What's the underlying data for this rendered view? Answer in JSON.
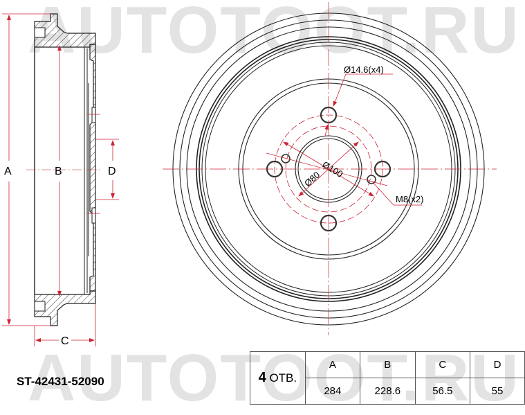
{
  "watermark": {
    "text": "AUTOTOOT.RU"
  },
  "side_view": {
    "labels": {
      "a": "A",
      "b": "B",
      "c": "C",
      "d": "D"
    }
  },
  "front_view": {
    "annotations": {
      "bolt_hole": "Ø14.6(x4)",
      "thread_hole": "M8(x2)",
      "pcd": "Ø100",
      "center_bore": "Ø80"
    }
  },
  "part": {
    "number": "ST-42431-52090"
  },
  "specs": {
    "holes_count": "4",
    "holes_label": "ОТВ.",
    "headers": [
      "A",
      "B",
      "C",
      "D"
    ],
    "values": [
      "284",
      "228.6",
      "56.5",
      "55"
    ]
  },
  "colors": {
    "dimension": "#cc2233",
    "outline": "#222222",
    "watermark": "#e3e3e3"
  }
}
